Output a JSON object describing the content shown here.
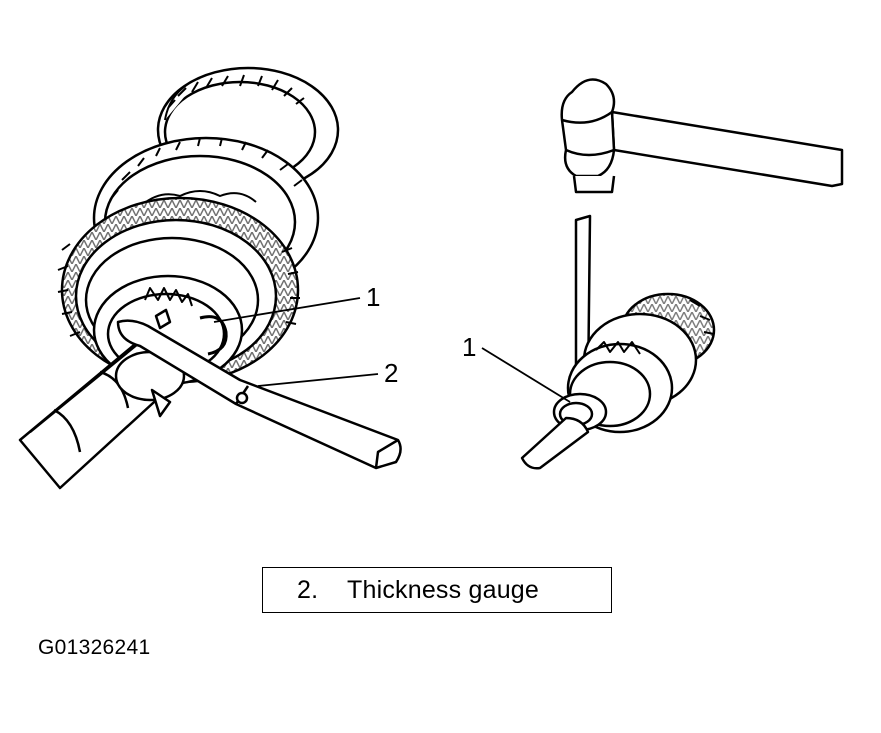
{
  "callouts": {
    "left_1": "1",
    "left_2": "2",
    "right_1": "1"
  },
  "legend": {
    "items": [
      {
        "number": "2.",
        "label": "Thickness gauge"
      }
    ]
  },
  "figure_id": "G01326241",
  "colors": {
    "ink": "#000000",
    "paper": "#ffffff"
  }
}
